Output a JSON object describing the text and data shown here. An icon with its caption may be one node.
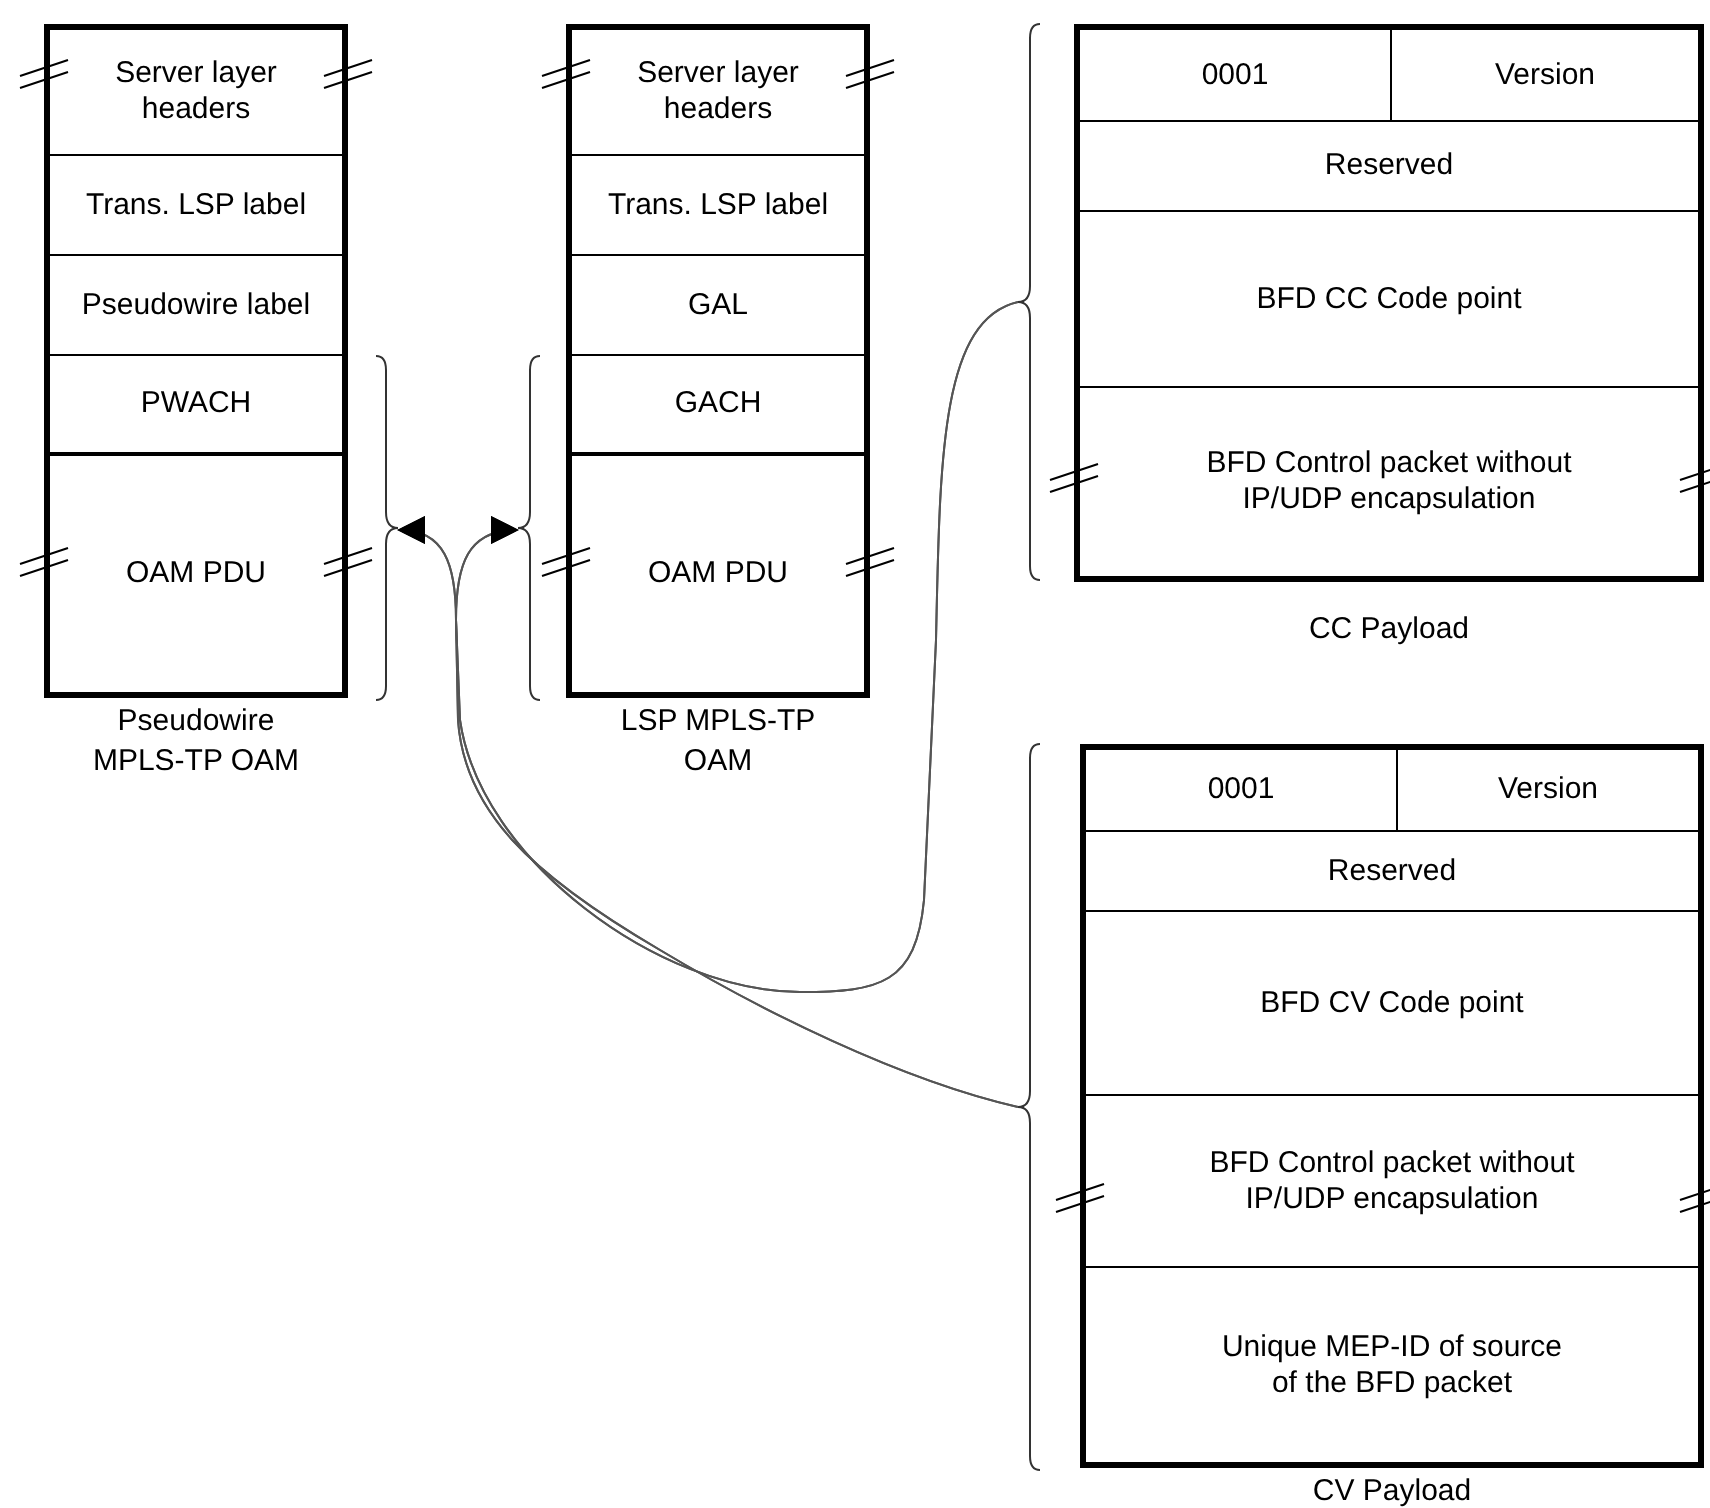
{
  "diagram": {
    "nodes": [
      {
        "text": [],
        "shape": "box",
        "beside": [
          "Pseudowire MPLS-TP OAM"
        ]
      },
      {
        "text": [
          "Server layer headers"
        ],
        "in": 0
      },
      {
        "text": [
          "Trans. LSP label"
        ],
        "in": 0
      },
      {
        "text": [
          "Pseudowire label"
        ],
        "in": 0
      },
      {
        "text": [
          "PWACH"
        ],
        "in": 0
      },
      {
        "text": [
          "OAM PDU"
        ],
        "in": 0
      },
      {
        "text": [],
        "shape": "box",
        "beside": [
          "LSP MPLS-TP OAM"
        ]
      },
      {
        "text": [
          "Server layer headers"
        ],
        "in": 6
      },
      {
        "text": [
          "Trans. LSP label"
        ],
        "in": 6
      },
      {
        "text": [
          "GAL"
        ],
        "in": 6
      },
      {
        "text": [
          "GACH"
        ],
        "in": 6
      },
      {
        "text": [
          "OAM PDU"
        ],
        "in": 6
      },
      {
        "text": [],
        "shape": "box",
        "beside": [
          "CC Payload"
        ]
      },
      {
        "text": [
          "0001"
        ],
        "in": 12
      },
      {
        "text": [
          "Version"
        ],
        "in": 12
      },
      {
        "text": [
          "Reserved"
        ],
        "in": 12
      },
      {
        "text": [
          "BFD CC Code point"
        ],
        "in": 12
      },
      {
        "text": [
          "BFD Control packet without IP/UDP encapsulation"
        ],
        "in": 12
      },
      {
        "text": [],
        "shape": "box",
        "beside": [
          "CV Payload"
        ]
      },
      {
        "text": [
          "0001"
        ],
        "in": 18
      },
      {
        "text": [
          "Version"
        ],
        "in": 18
      },
      {
        "text": [
          "Reserved"
        ],
        "in": 18
      },
      {
        "text": [
          "BFD CV Code point"
        ],
        "in": 18
      },
      {
        "text": [
          "BFD Control packet without IP/UDP encapsulation"
        ],
        "in": 18
      },
      {
        "text": [
          "Unique MEP-ID of source of the BFD packet"
        ],
        "in": 18
      }
    ],
    "edges": [
      {
        "from": 12,
        "to": 0,
        "arrow": "to"
      },
      {
        "from": 12,
        "to": 6,
        "arrow": "to"
      },
      {
        "from": 18,
        "to": 0,
        "arrow": "to"
      },
      {
        "from": 18,
        "to": 6,
        "arrow": "to"
      }
    ]
  }
}
